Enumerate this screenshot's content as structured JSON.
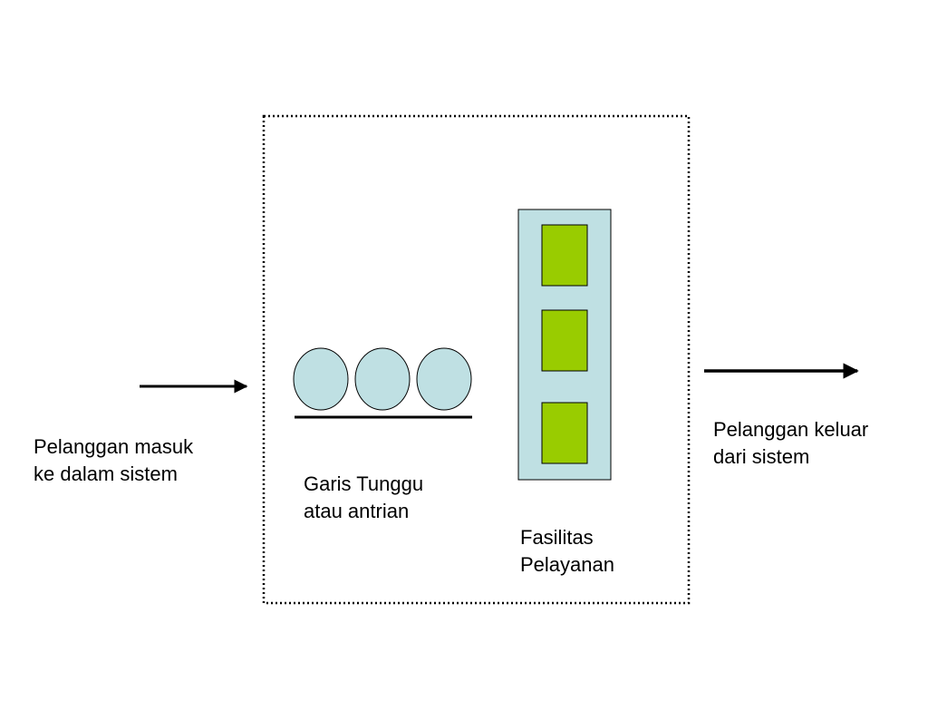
{
  "colors": {
    "customer_fill": "#bfe0e3",
    "facility_fill": "#bfe0e3",
    "server_fill": "#99cc00",
    "stroke": "#000000"
  },
  "labels": {
    "arrival": [
      "Pelanggan masuk",
      "ke dalam sistem"
    ],
    "queue": [
      "Garis Tunggu",
      "atau antrian"
    ],
    "service": [
      "Fasilitas",
      "Pelayanan"
    ],
    "departure": [
      "Pelanggan keluar",
      "dari sistem"
    ]
  },
  "queue": {
    "customers_waiting": 3
  },
  "service_facility": {
    "servers": 3
  },
  "icons": {
    "arrival": "arrow-right-icon",
    "departure": "arrow-right-icon"
  }
}
